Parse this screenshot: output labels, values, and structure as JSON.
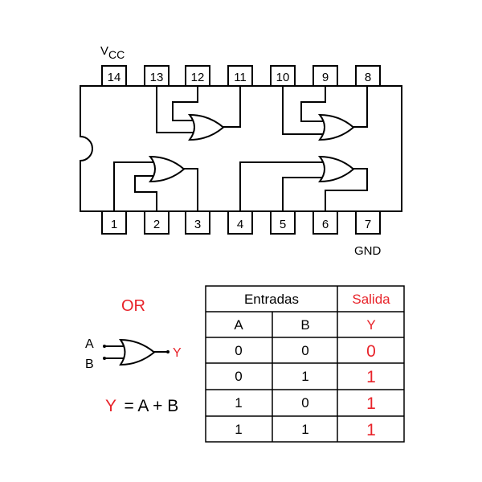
{
  "ic": {
    "vcc_label": "V",
    "vcc_sub": "CC",
    "gnd_label": "GND",
    "top_pins": [
      "14",
      "13",
      "12",
      "11",
      "10",
      "9",
      "8"
    ],
    "bottom_pins": [
      "1",
      "2",
      "3",
      "4",
      "5",
      "6",
      "7"
    ]
  },
  "legend": {
    "title": "OR",
    "input_a": "A",
    "input_b": "B",
    "output": "Y",
    "equation": {
      "out": "Y",
      "rest": "= A + B"
    }
  },
  "truth_table": {
    "group_inputs": "Entradas",
    "group_output": "Salida",
    "col_a": "A",
    "col_b": "B",
    "col_y": "Y",
    "rows": [
      [
        "0",
        "0",
        "0"
      ],
      [
        "0",
        "1",
        "1"
      ],
      [
        "1",
        "0",
        "1"
      ],
      [
        "1",
        "1",
        "1"
      ]
    ]
  },
  "colors": {
    "accent": "#e8232a",
    "ink": "#000000"
  }
}
